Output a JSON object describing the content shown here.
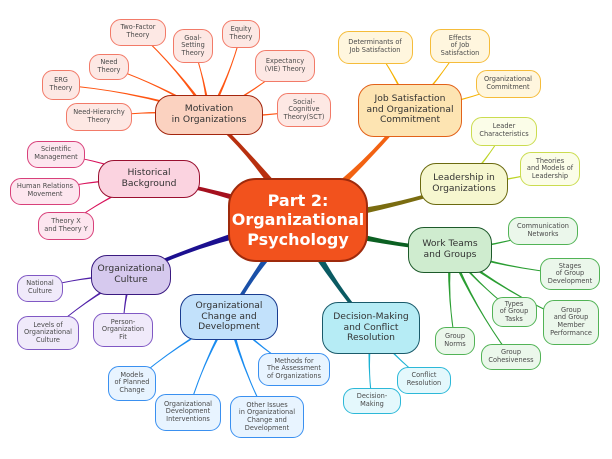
{
  "central": {
    "label": "Part 2:\nOrganizational\nPsychology",
    "fill": "#f2521d",
    "border": "#9e2a0c"
  },
  "branches": [
    {
      "id": "motivation",
      "label": "Motivation\nin Organizations",
      "fill": "#fbd2c0",
      "border": "#a3260e",
      "link": "#b8300f",
      "sub_fill": "#fde8e4",
      "sub_border": "#f27a68",
      "sub_link": "#ff5512",
      "children": [
        "Two-Factor\nTheory",
        "Goal-\nSetting\nTheory",
        "Equity\nTheory",
        "Expectancy\n(VIE) Theory",
        "Need\nTheory",
        "ERG\nTheory",
        "Need-Hierarchy\nTheory",
        "Social-\nCognitive\nTheory(SCT)"
      ]
    },
    {
      "id": "historical",
      "label": "Historical\nBackground",
      "fill": "#fbd3e0",
      "border": "#9a1030",
      "link": "#a5101e",
      "sub_fill": "#fde6ef",
      "sub_border": "#d8407a",
      "sub_link": "#d8105a",
      "children": [
        "Scientific\nManagement",
        "Human Relations\nMovement",
        "Theory X\nand Theory Y"
      ]
    },
    {
      "id": "culture",
      "label": "Organizational\nCulture",
      "fill": "#d6c9ee",
      "border": "#3a1a80",
      "link": "#1c1090",
      "sub_fill": "#f0eafa",
      "sub_border": "#8058c4",
      "sub_link": "#5020a8",
      "children": [
        "National\nCulture",
        "Levels of\nOrganizational\nCulture",
        "Person-\nOrganization\nFit"
      ]
    },
    {
      "id": "change",
      "label": "Organizational\nChange and\nDevelopment",
      "fill": "#c2e1fb",
      "border": "#1a3c90",
      "link": "#1a50a8",
      "sub_fill": "#e8f4ff",
      "sub_border": "#3a90f0",
      "sub_link": "#1a8cf0",
      "children": [
        "Models\nof Planned\nChange",
        "Organizational\nDevelopment\nInterventions",
        "Other Issues\nin Organizational\nChange and\nDevelopment",
        "Methods for\nThe Assessment\nof Organizations"
      ]
    },
    {
      "id": "decision",
      "label": "Decision-Making\nand Conflict\nResolution",
      "fill": "#b6ecf5",
      "border": "#1a5a6a",
      "link": "#0a5a62",
      "sub_fill": "#e4f8fc",
      "sub_border": "#2cb8d8",
      "sub_link": "#1cb2d4",
      "children": [
        "Conflict\nResolution",
        "Decision-\nMaking"
      ]
    },
    {
      "id": "teams",
      "label": "Work Teams\nand Groups",
      "fill": "#cfeccf",
      "border": "#1d5a2a",
      "link": "#0b6022",
      "sub_fill": "#ebf7eb",
      "sub_border": "#52b356",
      "sub_link": "#2a9e32",
      "children": [
        "Communication\nNetworks",
        "Stages\nof Group\nDevelopment",
        "Group\nand Group\nMember\nPerformance",
        "Types\nof Group\nTasks",
        "Group\nNorms",
        "Group\nCohesiveness"
      ]
    },
    {
      "id": "leadership",
      "label": "Leadership in\nOrganizations",
      "fill": "#f6f7cf",
      "border": "#6b6a10",
      "link": "#7a6c10",
      "sub_fill": "#fbfde8",
      "sub_border": "#cbdc50",
      "sub_link": "#bcd424",
      "children": [
        "Leader\nCharacteristics",
        "Theories\nand Models of\nLeadership"
      ]
    },
    {
      "id": "jobsat",
      "label": "Job Satisfaction\nand Organizational\nCommitment",
      "fill": "#fde4b2",
      "border": "#e2621a",
      "link": "#f26212",
      "sub_fill": "#fff6de",
      "sub_border": "#f5bc3a",
      "sub_link": "#f5b200",
      "children": [
        "Determinants of\nJob Satisfaction",
        "Effects\nof Job\nSatisfaction",
        "Organizational\nCommitment"
      ]
    }
  ]
}
